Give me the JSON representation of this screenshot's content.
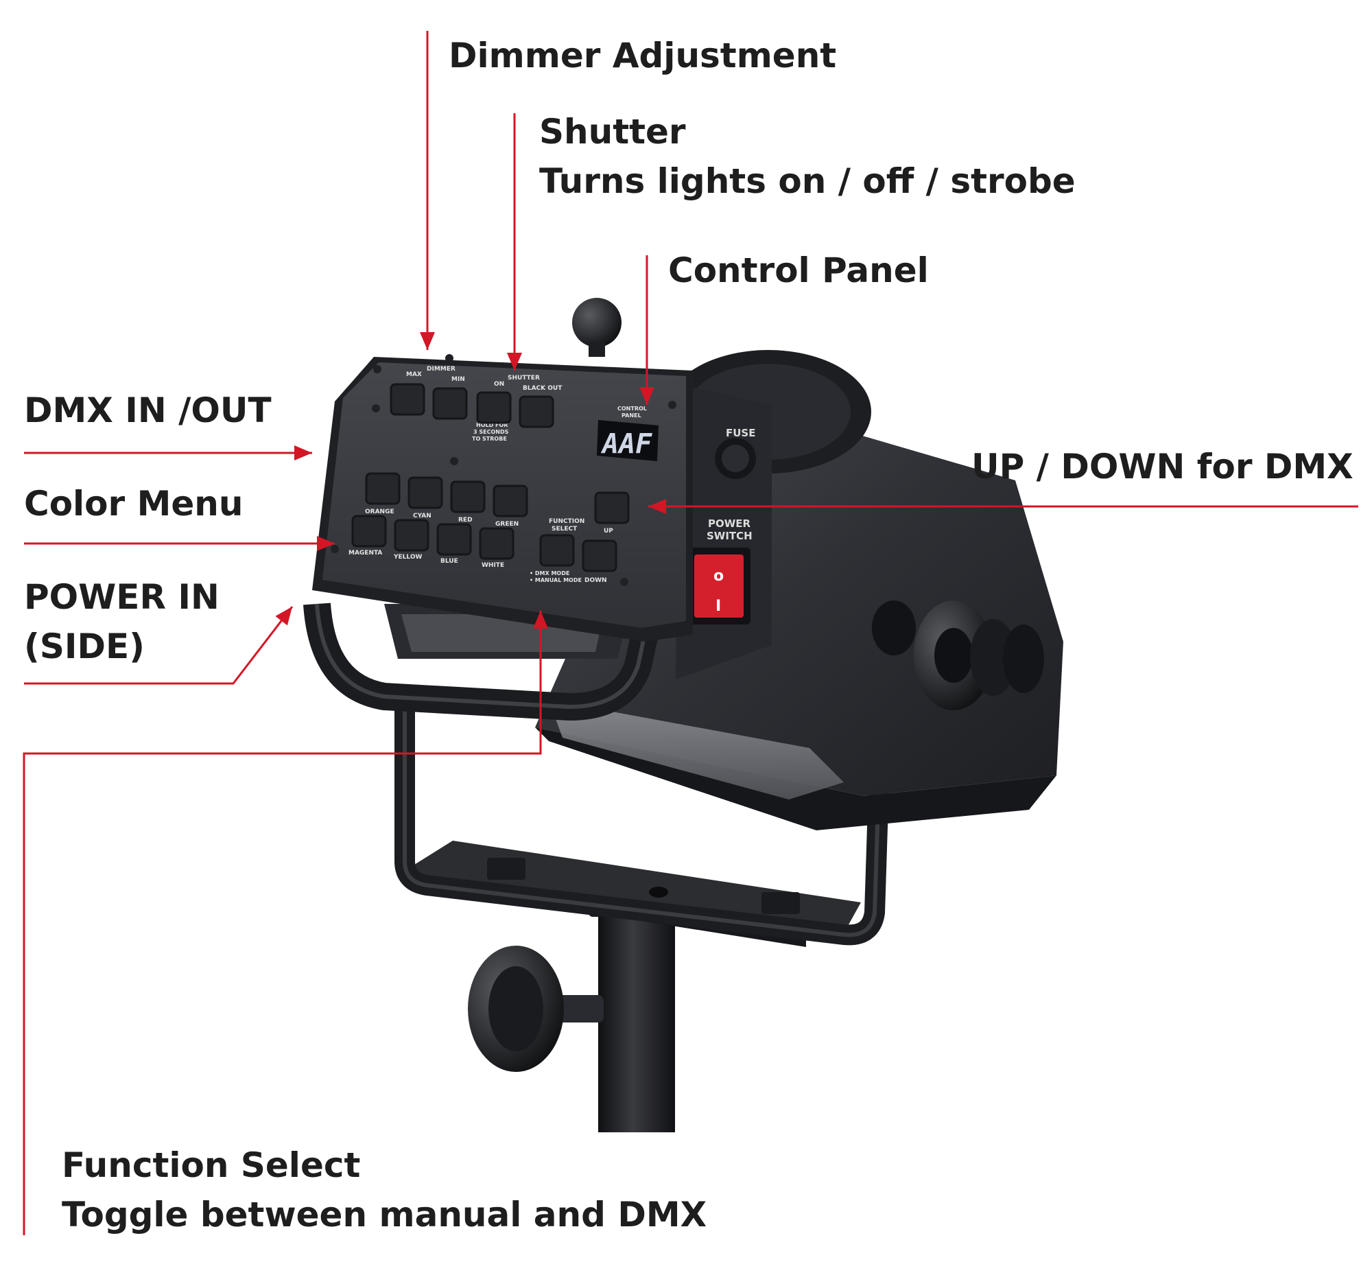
{
  "colors": {
    "leader": "#d31626",
    "label_text": "#1e1e1e",
    "fixture_body": "#2f3136",
    "fixture_dark": "#1c1d21",
    "panel_face": "#3a3c42",
    "button": "#26272b",
    "power_switch": "#d4202d"
  },
  "callouts": {
    "dimmer": {
      "line1": "Dimmer Adjustment"
    },
    "shutter": {
      "line1": "Shutter",
      "line2": "Turns lights on / off / strobe"
    },
    "control_panel": {
      "line1": "Control Panel"
    },
    "dmx_in_out": {
      "line1": "DMX IN /OUT"
    },
    "up_down": {
      "line1": "UP / DOWN for DMX"
    },
    "color_menu": {
      "line1": "Color Menu"
    },
    "power_in": {
      "line1": "POWER IN",
      "line2": "(SIDE)"
    },
    "function_select": {
      "line1": "Function Select",
      "line2": "Toggle between manual and DMX"
    }
  },
  "panel": {
    "dimmer_label": "DIMMER",
    "shutter_label": "SHUTTER",
    "max_label": "MAX",
    "min_label": "MIN",
    "on_label": "ON",
    "blackout_label": "BLACK OUT",
    "strobe_note": [
      "HOLD FOR",
      "3 SECONDS",
      "TO STROBE"
    ],
    "control_panel_label": [
      "CONTROL",
      "PANEL"
    ],
    "display_value": "AAF",
    "color_row1": [
      "ORANGE",
      "CYAN",
      "RED",
      "GREEN"
    ],
    "color_row2": [
      "MAGENTA",
      "YELLOW",
      "BLUE",
      "WHITE"
    ],
    "function_label": [
      "FUNCTION",
      "SELECT"
    ],
    "mode_note": [
      "• DMX MODE",
      "• MANUAL MODE"
    ],
    "up_label": "UP",
    "down_label": "DOWN"
  },
  "fixture": {
    "fuse_label": "FUSE",
    "power_switch_label": [
      "POWER",
      "SWITCH"
    ],
    "switch_on_symbol": "o",
    "switch_off_symbol": "I"
  }
}
